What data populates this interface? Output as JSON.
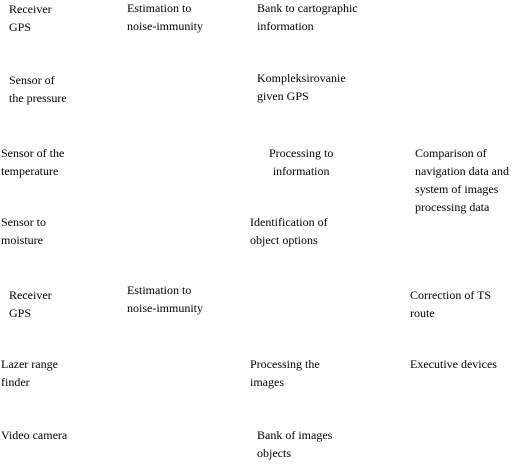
{
  "diagram": {
    "nodes": {
      "gps_receiver_1": [
        "Receiver",
        "GPS"
      ],
      "noise_estimation_1": [
        "Estimation to",
        "noise-immunity"
      ],
      "cartographic_bank": [
        "Bank to cartographic",
        "information"
      ],
      "pressure_sensor": [
        "Sensor of",
        "the pressure"
      ],
      "gps_complexing": [
        "Kompleksirovanie",
        "given GPS"
      ],
      "temperature_sensor": [
        "Sensor of the",
        "temperature"
      ],
      "info_processing": [
        "Processing to",
        "information"
      ],
      "nav_comparison": [
        "Comparison of",
        "navigation data and",
        "system of images",
        "processing data"
      ],
      "moisture_sensor": [
        "Sensor to",
        "moisture"
      ],
      "object_identification": [
        "Identification of",
        "object options"
      ],
      "gps_receiver_2": [
        "Receiver",
        "GPS"
      ],
      "noise_estimation_2": [
        "Estimation to",
        "noise-immunity"
      ],
      "route_correction": [
        "Correction of TS",
        "route"
      ],
      "laser_rangefinder": [
        "Lazer range",
        "finder"
      ],
      "image_processing": [
        "Processing the",
        "images"
      ],
      "executive_devices": [
        "Executive devices"
      ],
      "video_camera": [
        "Video camera"
      ],
      "image_bank": [
        "Bank of images",
        "objects"
      ]
    }
  }
}
